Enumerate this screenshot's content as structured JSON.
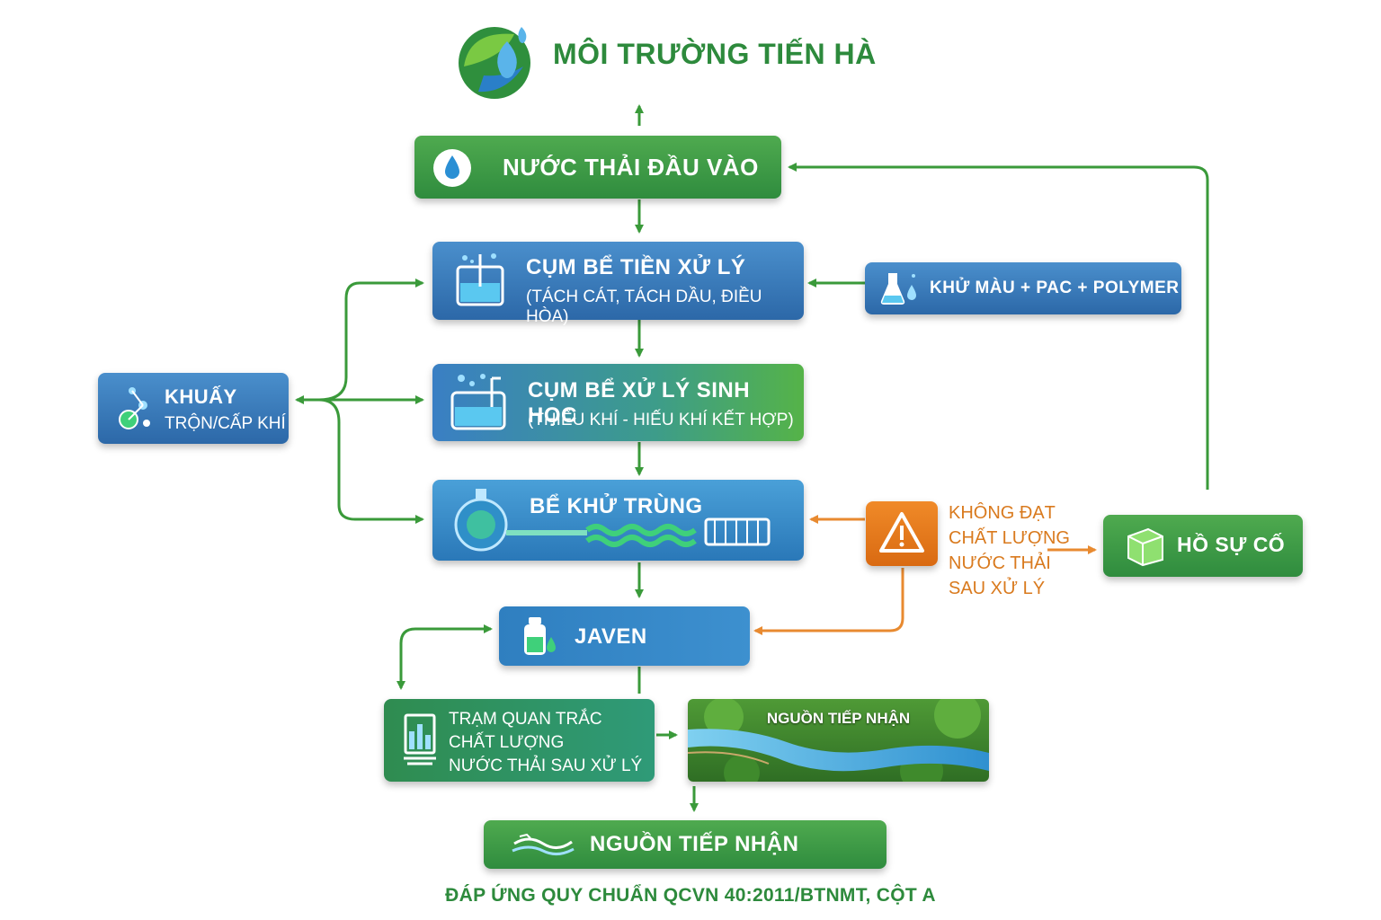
{
  "brand": {
    "name": "MÔI TRƯỜNG TIẾN HÀ"
  },
  "nodes": {
    "influent": {
      "label": "NƯỚC THẢI ĐẦU VÀO"
    },
    "pretreatment": {
      "title": "CỤM BỂ TIỀN XỬ LÝ",
      "subtitle": "(TÁCH CÁT, TÁCH DẦU, ĐIỀU HÒA)"
    },
    "chemicals": {
      "label": "KHỬ MÀU + PAC + POLYMER"
    },
    "biological": {
      "title": "CỤM BỂ XỬ LÝ SINH HỌC",
      "subtitle": "(THIẾU KHÍ - HIẾU KHÍ KẾT HỢP)"
    },
    "mixing": {
      "title": "KHUẤY",
      "subtitle": "TRỘN/CẤP KHÍ"
    },
    "disinfection": {
      "label": "BỂ KHỬ TRÙNG"
    },
    "warning": {
      "lines": [
        "KHÔNG ĐẠT",
        "CHẤT LƯỢNG",
        "NƯỚC THẢI",
        "SAU XỬ LÝ"
      ]
    },
    "incident_tank": {
      "label": "HỒ SỰ CỐ"
    },
    "javen": {
      "label": "JAVEN"
    },
    "monitoring": {
      "lines": [
        "TRẠM QUAN TRẮC",
        "CHẤT LƯỢNG",
        "NƯỚC THẢI SAU XỬ LÝ"
      ]
    },
    "receiving_image": {
      "label": "NGUỒN TIẾP NHẬN"
    },
    "receiving": {
      "label": "NGUỒN TIẾP NHẬN"
    }
  },
  "footer": {
    "text": "ĐÁP ỨNG QUY CHUẨN QCVN 40:2011/BTNMT, CỘT A"
  },
  "colors": {
    "green": "#2d8a3c",
    "blue": "#2c68a8",
    "orange": "#e07a1c",
    "arrow_green": "#3a9a3a",
    "arrow_orange": "#e88a30"
  }
}
